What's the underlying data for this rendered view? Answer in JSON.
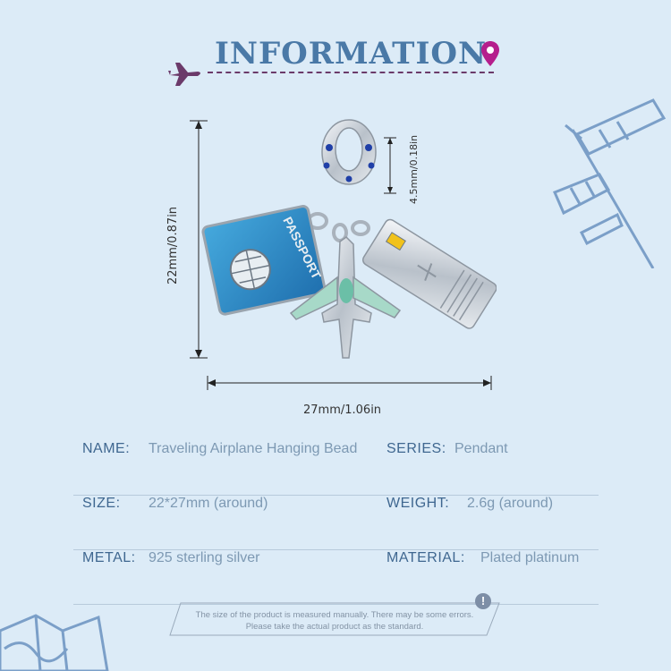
{
  "header": {
    "title": "INFORMATION"
  },
  "dimensions": {
    "height_label": "22mm/0.87in",
    "width_label": "27mm/1.06in",
    "bail_label": "4.5mm/0.18in"
  },
  "product": {
    "passport_text": "PASSPORT"
  },
  "specs": [
    {
      "label": "NAME:",
      "value": "Traveling Airplane Hanging Bead",
      "label2": "SERIES:",
      "value2": "Pendant"
    },
    {
      "label": "SIZE:",
      "value": "22*27mm (around)",
      "label2": "WEIGHT:",
      "value2": "2.6g (around)"
    },
    {
      "label": "METAL:",
      "value": "925 sterling silver",
      "label2": "MATERIAL:",
      "value2": "Plated platinum"
    }
  ],
  "note": {
    "line1": "The size of the product is measured manually. There may be some errors.",
    "line2": "Please take the actual product as the standard.",
    "icon": "!"
  },
  "colors": {
    "background": "#dcebf7",
    "title": "#4a79a7",
    "accent": "#6b3a6a",
    "passport": "#2f8fc9"
  }
}
